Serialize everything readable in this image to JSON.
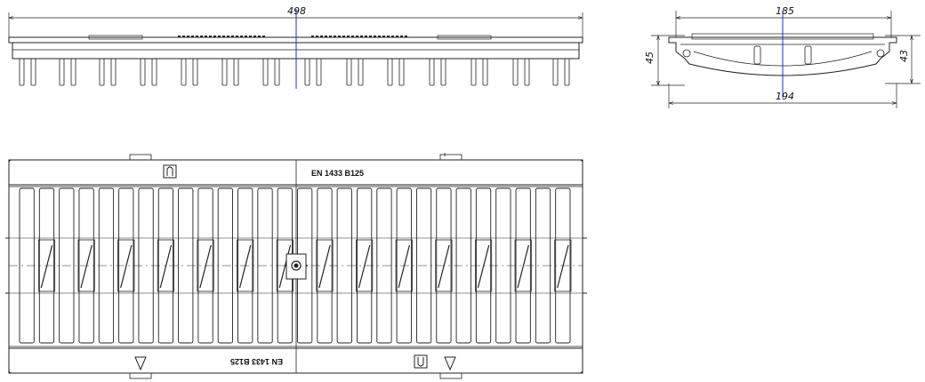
{
  "drawing": {
    "type": "technical-drawing",
    "subject": "drainage channel grating",
    "views": [
      "side",
      "end",
      "top"
    ]
  },
  "dimensions": {
    "length": "498",
    "top_width": "185",
    "bottom_width": "194",
    "height_left": "45",
    "height_right": "43"
  },
  "markings": {
    "standard": "EN 1433 B125",
    "standard_rotated": "EN 1433 B125"
  },
  "grating": {
    "slot_columns": 28,
    "diagonal_ribs": 14
  }
}
